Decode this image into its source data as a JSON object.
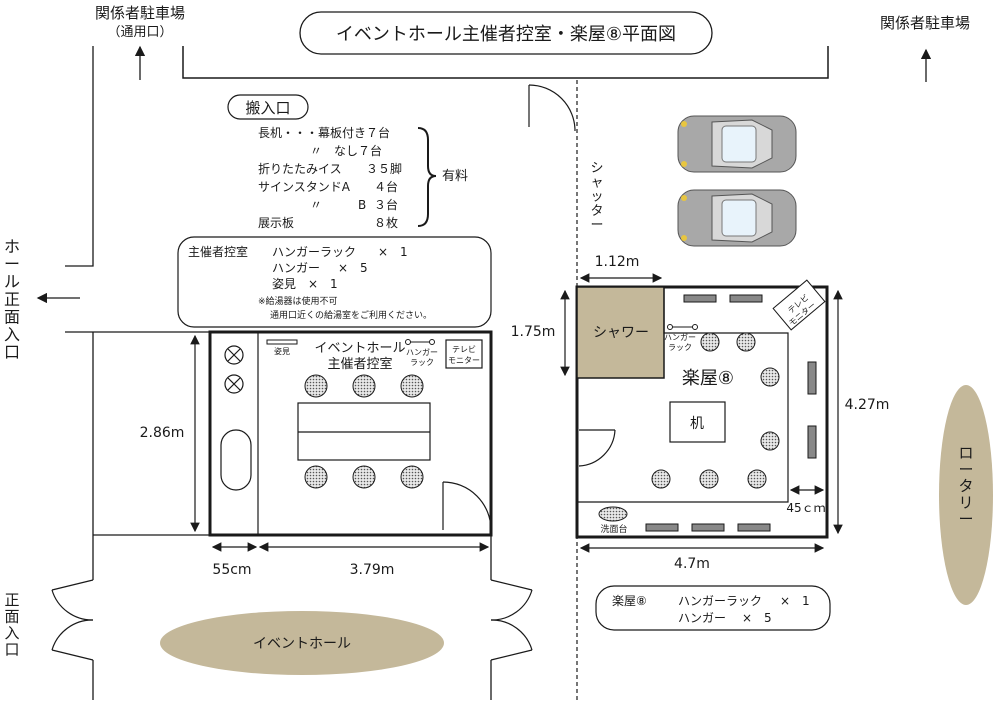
{
  "title": "イベントホール主催者控室・楽屋⑧平面図",
  "parking_left": {
    "label": "関係者駐車場",
    "sub": "（通用口）"
  },
  "parking_right": {
    "label": "関係者駐車場"
  },
  "loading": {
    "label": "搬入口",
    "items": [
      {
        "name": "長机・・・幕板付き７台",
        "qty": ""
      },
      {
        "name": "〃　なし７台",
        "qty": ""
      },
      {
        "name": "折りたたみイス",
        "qty": "３５脚"
      },
      {
        "name": "サインスタンドA",
        "qty": "４台"
      },
      {
        "name": "〃　　　B",
        "qty": "３台"
      },
      {
        "name": "展示板",
        "qty": "８枚"
      }
    ],
    "fee": "有料"
  },
  "organizer_box": {
    "room": "主催者控室",
    "rows": [
      {
        "item": "ハンガーラック",
        "qty": "×　1"
      },
      {
        "item": "ハンガー",
        "qty": "×　5"
      },
      {
        "item": "姿見",
        "qty": "×　1"
      }
    ],
    "note1": "※給湯器は使用不可",
    "note2": "通用口近くの給湯室をご利用ください。"
  },
  "hall_front_entrance": "ホール正面入口",
  "front_entrance": "正面入口",
  "shutter": "シャッター",
  "organizer_room": {
    "title_line1": "イベントホール",
    "title_line2": "主催者控室",
    "mirror": "姿見",
    "hanger_rack": [
      "ハンガー",
      "ラック"
    ],
    "tv": [
      "テレビ",
      "モニター"
    ]
  },
  "green_room": {
    "title": "楽屋⑧",
    "shower": "シャワー",
    "desk": "机",
    "washbasin": "洗面台",
    "hanger_rack": [
      "ハンガー",
      "ラック"
    ],
    "tv": [
      "テレビ",
      "モニター"
    ]
  },
  "dimensions": {
    "d_286": "2.86m",
    "d_55": "55cm",
    "d_379": "3.79m",
    "d_112": "1.12m",
    "d_175": "1.75m",
    "d_427": "4.27m",
    "d_47": "4.7m",
    "d_45": "45ｃｍ"
  },
  "rotary": "ロータリー",
  "event_hall": "イベントホール",
  "green_box": {
    "room": "楽屋⑧",
    "rows": [
      {
        "item": "ハンガーラック",
        "qty": "×　1"
      },
      {
        "item": "ハンガー",
        "qty": "×　5"
      }
    ]
  },
  "colors": {
    "tan": "#c4b89a",
    "line": "#1a1a1a",
    "chair": "#9a9a9a",
    "car": "#a8a8a8"
  }
}
